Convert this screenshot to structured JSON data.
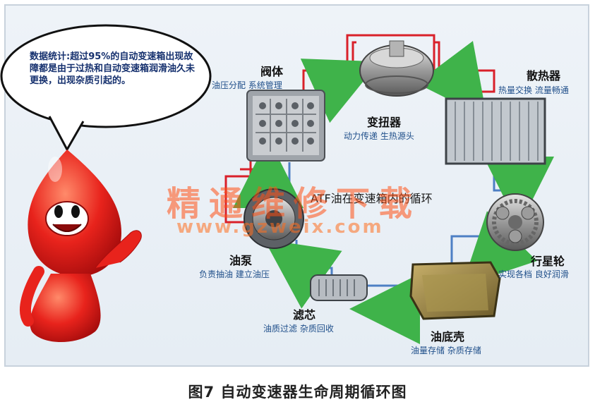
{
  "bubble": {
    "text": "数据统计:超过95%的自动变速箱出现故障都是由于过热和自动变速箱润滑油久未更换，出现杂质引起的。"
  },
  "components": {
    "valve_body": {
      "title": "阀体",
      "desc": "油压分配 系统管理"
    },
    "torque_converter": {
      "title": "变扭器",
      "desc": "动力传递 生热源头"
    },
    "radiator": {
      "title": "散热器",
      "desc": "热量交换 流量畅通"
    },
    "planetary_gear": {
      "title": "行星轮",
      "desc": "实现各档 良好润滑"
    },
    "oil_pan": {
      "title": "油底壳",
      "desc": "油量存储 杂质存储"
    },
    "filter": {
      "title": "滤芯",
      "desc": "油质过滤 杂质回收"
    },
    "oil_pump": {
      "title": "油泵",
      "desc": "负责抽油 建立油压"
    }
  },
  "center_label": "ATF油在变速箱内的循环",
  "watermark": {
    "cn": "精通维修下载",
    "url": "www.gzweix.com"
  },
  "caption": "图7 自动变速器生命周期循环图",
  "colors": {
    "hot_line": "#d9202a",
    "cool_line": "#4d7fc4",
    "arrow": "#3fb34a",
    "mascot": "#e8231c",
    "label_blue": "#1f4f8a"
  }
}
